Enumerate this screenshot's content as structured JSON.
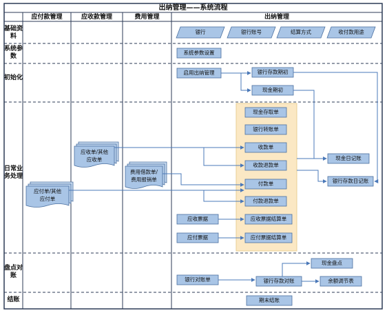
{
  "title": "出纳管理——系统流程",
  "columns": [
    "应付款管理",
    "应收款管理",
    "费用管理",
    "出纳管理"
  ],
  "rows": [
    "基础资料",
    "系统参数",
    "初始化",
    "日常业务处理",
    "盘点对账",
    "结账"
  ],
  "master_data": [
    "银行",
    "银行账号",
    "结算方式",
    "收付款用途"
  ],
  "nodes": {
    "sys_params": "系统参数设置",
    "enable_cashier": "启用出纳管理",
    "bank_deposit_init": "银行存款期初",
    "cash_init": "现金期初",
    "cash_deposit": "现金存取单",
    "bank_transfer": "银行转账单",
    "receipt": "收款单",
    "receipt_refund": "收款退款单",
    "payment": "付款单",
    "payment_refund": "付款退款单",
    "notes_receivable": "应收票据",
    "notes_receivable_settle": "应收票据结算单",
    "notes_payable": "应付票据",
    "notes_payable_settle": "应付票据结算单",
    "cash_journal": "现金日记账",
    "bank_journal": "银行存款日记账",
    "cash_count": "现金盘点",
    "bank_statement": "银行对账单",
    "bank_reconcile": "银行存款对账",
    "balance_adjust": "余额调节表",
    "period_close": "期末结账"
  },
  "documents": {
    "ap_doc_line1": "应付单/其他",
    "ap_doc_line2": "应付单",
    "ar_doc_line1": "应收单/其他",
    "ar_doc_line2": "应收单",
    "exp_doc_line1": "费用借款单/",
    "exp_doc_line2": "费用报销单"
  },
  "colors": {
    "grid": "#3a4a6a",
    "box_fill": "#a9c5e6",
    "box_stroke": "#4a6f9f",
    "highlight": "#fbe8c4",
    "arrow": "#4a78b8",
    "frame": "#2b3a55"
  }
}
